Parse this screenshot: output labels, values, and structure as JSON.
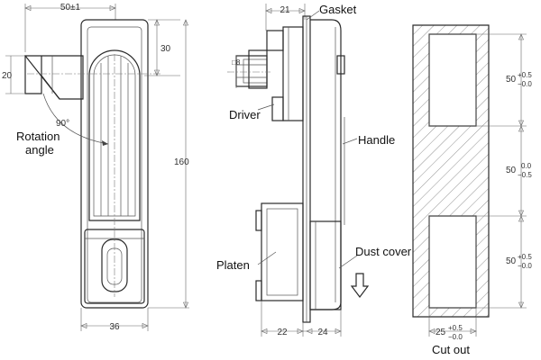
{
  "front_view": {
    "width_top": "50±1",
    "height_30": "30",
    "height_20": "20",
    "total_height": "160",
    "width_bottom": "36",
    "angle": "90°",
    "rotation_label_line1": "Rotation",
    "rotation_label_line2": "angle"
  },
  "side_view": {
    "dim_21": "21",
    "square_label": "□8",
    "dim_22": "22",
    "dim_24": "24",
    "labels": {
      "gasket": "Gasket",
      "driver": "Driver",
      "handle": "Handle",
      "platen": "Platen",
      "dust_cover": "Dust cover"
    }
  },
  "cutout": {
    "title": "Cut out",
    "width": {
      "nominal": "25",
      "plus": "+0.5",
      "minus": "−0.0"
    },
    "top_height": {
      "nominal": "50",
      "plus": "+0.5",
      "minus": "−0.0"
    },
    "mid_height": {
      "nominal": "50",
      "plus": "0.0",
      "minus": "−0.5"
    },
    "bottom_height": {
      "nominal": "50",
      "plus": "+0.5",
      "minus": "−0.0"
    }
  }
}
